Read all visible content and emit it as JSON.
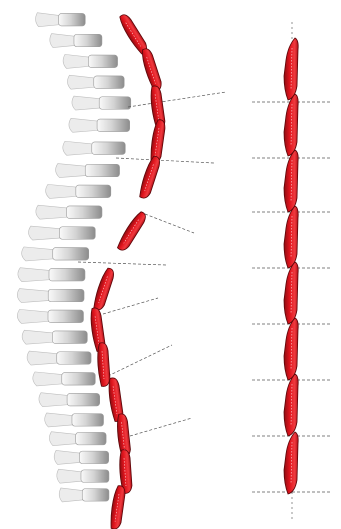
{
  "figure": {
    "colors": {
      "segment_fill": "#e0141d",
      "segment_shadow": "#8e0d12",
      "segment_outline": "#5a0508",
      "bone_light": "#f4f4f4",
      "bone_dark": "#8c8c8c",
      "leader_line": "#555555",
      "background": "#ffffff"
    },
    "left_panel": {
      "segment_count": 13,
      "vertebra_count": 24,
      "leader_count": 7
    },
    "right_panel": {
      "segment_count": 8,
      "marker_count": 8
    }
  }
}
